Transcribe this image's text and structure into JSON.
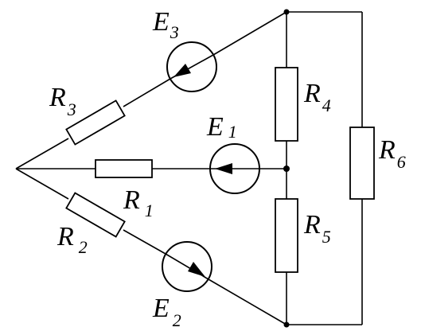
{
  "diagram": {
    "labels": {
      "E1": {
        "main": "E",
        "sub": "1"
      },
      "E2": {
        "main": "E",
        "sub": "2"
      },
      "E3": {
        "main": "E",
        "sub": "3"
      },
      "R1": {
        "main": "R",
        "sub": "1"
      },
      "R2": {
        "main": "R",
        "sub": "2"
      },
      "R3": {
        "main": "R",
        "sub": "3"
      },
      "R4": {
        "main": "R",
        "sub": "4"
      },
      "R5": {
        "main": "R",
        "sub": "5"
      },
      "R6": {
        "main": "R",
        "sub": "6"
      }
    },
    "stroke_color": "#000000",
    "background": "#ffffff"
  }
}
